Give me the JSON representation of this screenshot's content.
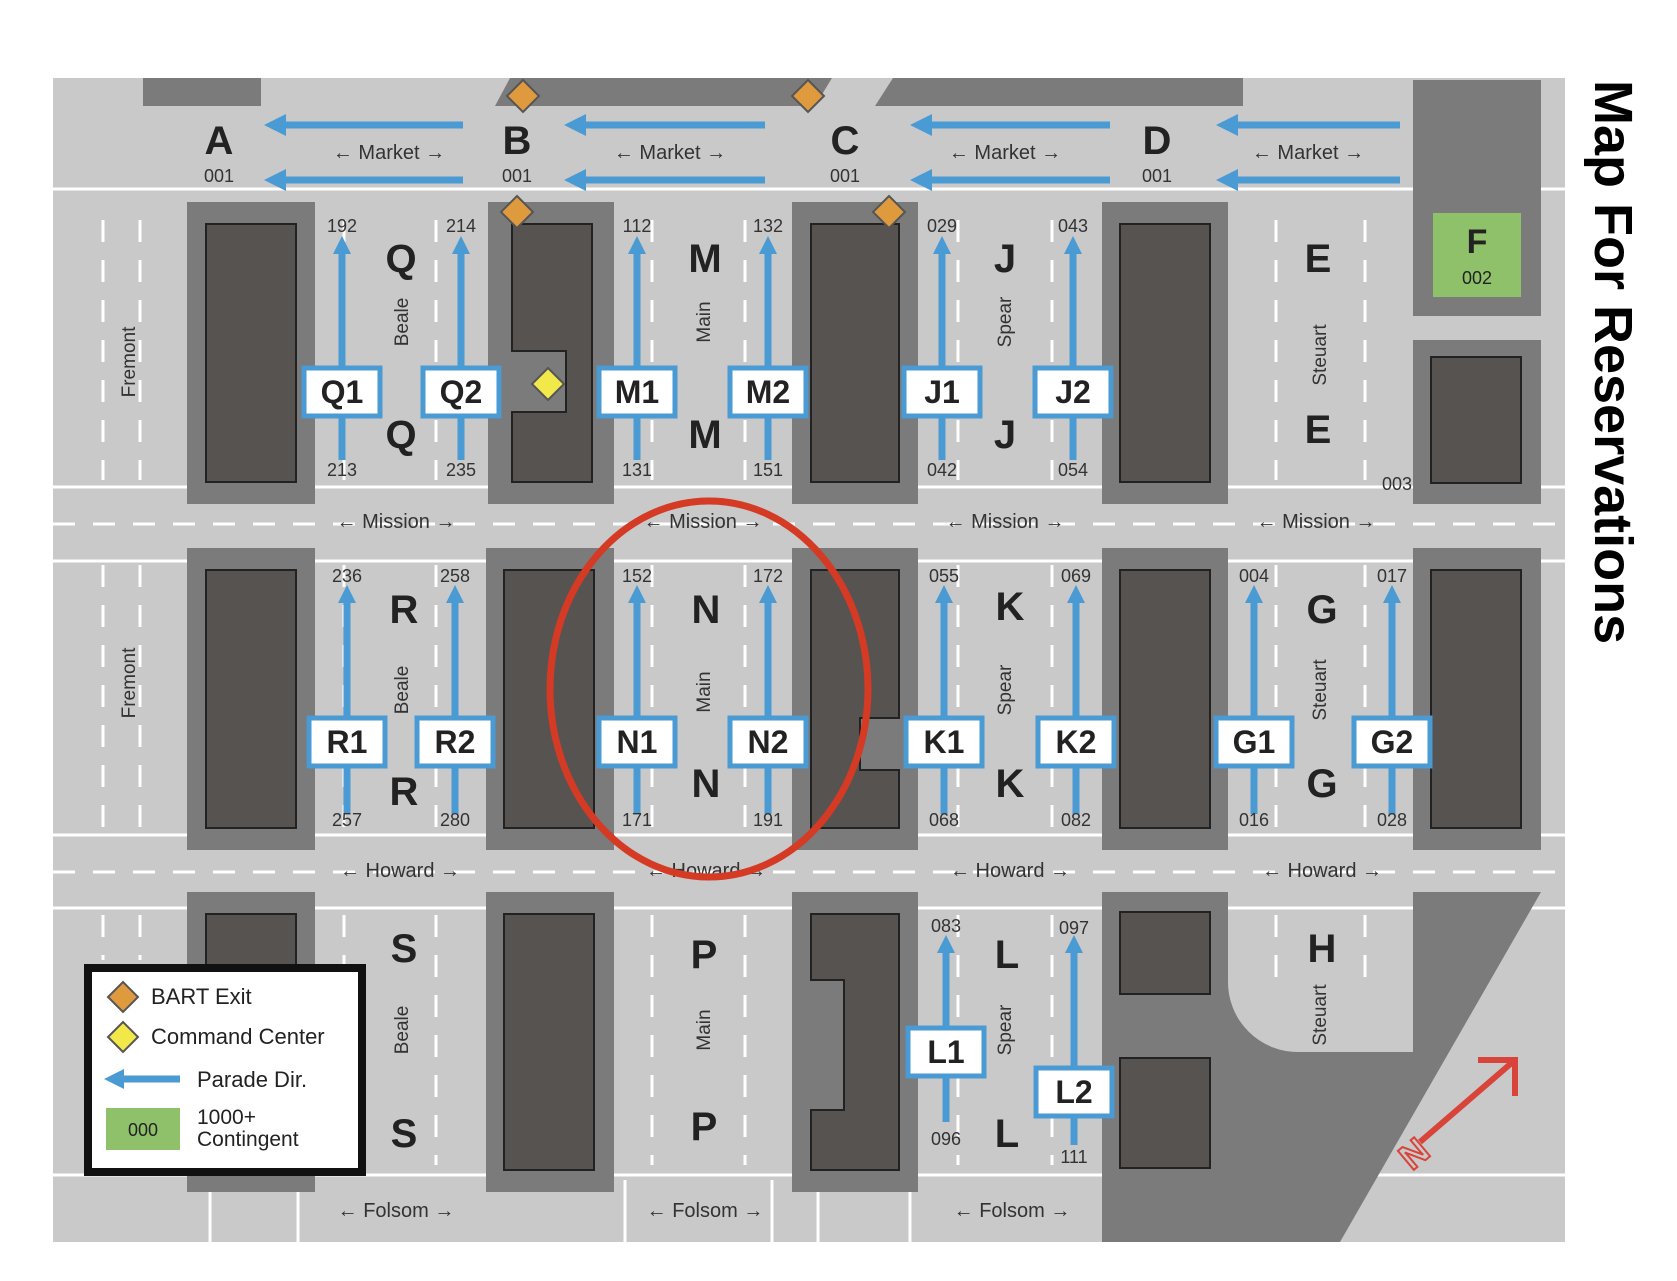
{
  "title": "Map For Reservations",
  "colors": {
    "street": "#c9c9c9",
    "block_outer": "#7b7b7b",
    "building": "#575350",
    "parade_arrow": "#4a9ad4",
    "bart_exit": "#e09a3e",
    "command_center": "#f3e84a",
    "contingent": "#8fc16b",
    "highlight_circle": "#d43a24",
    "north_arrow": "#d9443a",
    "label_box_border": "#4a9ad4"
  },
  "streets": {
    "market": "← Market →",
    "mission": "← Mission →",
    "howard": "← Howard →",
    "folsom": "← Folsom →",
    "fremont": "Fremont",
    "beale": "Beale",
    "main": "Main",
    "spear": "Spear",
    "steuart": "Steuart"
  },
  "staging": [
    {
      "letter": "A",
      "num": "001"
    },
    {
      "letter": "B",
      "num": "001"
    },
    {
      "letter": "C",
      "num": "001"
    },
    {
      "letter": "D",
      "num": "001"
    }
  ],
  "contingent_f": {
    "letter": "F",
    "num": "002"
  },
  "block_number_003": "003",
  "zone_letters": {
    "Q": "Q",
    "M": "M",
    "J": "J",
    "E": "E",
    "R": "R",
    "N": "N",
    "K": "K",
    "G": "G",
    "S": "S",
    "P": "P",
    "L": "L",
    "H": "H"
  },
  "sections": [
    {
      "label": "Q1",
      "top": "192",
      "bottom": "213"
    },
    {
      "label": "Q2",
      "top": "214",
      "bottom": "235"
    },
    {
      "label": "M1",
      "top": "112",
      "bottom": "131"
    },
    {
      "label": "M2",
      "top": "132",
      "bottom": "151"
    },
    {
      "label": "J1",
      "top": "029",
      "bottom": "042"
    },
    {
      "label": "J2",
      "top": "043",
      "bottom": "054"
    },
    {
      "label": "R1",
      "top": "236",
      "bottom": "257"
    },
    {
      "label": "R2",
      "top": "258",
      "bottom": "280"
    },
    {
      "label": "N1",
      "top": "152",
      "bottom": "171"
    },
    {
      "label": "N2",
      "top": "172",
      "bottom": "191"
    },
    {
      "label": "K1",
      "top": "055",
      "bottom": "068"
    },
    {
      "label": "K2",
      "top": "069",
      "bottom": "082"
    },
    {
      "label": "G1",
      "top": "004",
      "bottom": "016"
    },
    {
      "label": "G2",
      "top": "017",
      "bottom": "028"
    },
    {
      "label": "L1",
      "top": "083",
      "bottom": "096"
    },
    {
      "label": "L2",
      "top": "097",
      "bottom": "111"
    }
  ],
  "legend": {
    "bart_exit": "BART Exit",
    "command_center": "Command Center",
    "parade_dir": "Parade Dir.",
    "contingent_code": "000",
    "contingent_line1": "1000+",
    "contingent_line2": "Contingent"
  },
  "north_label": "N"
}
